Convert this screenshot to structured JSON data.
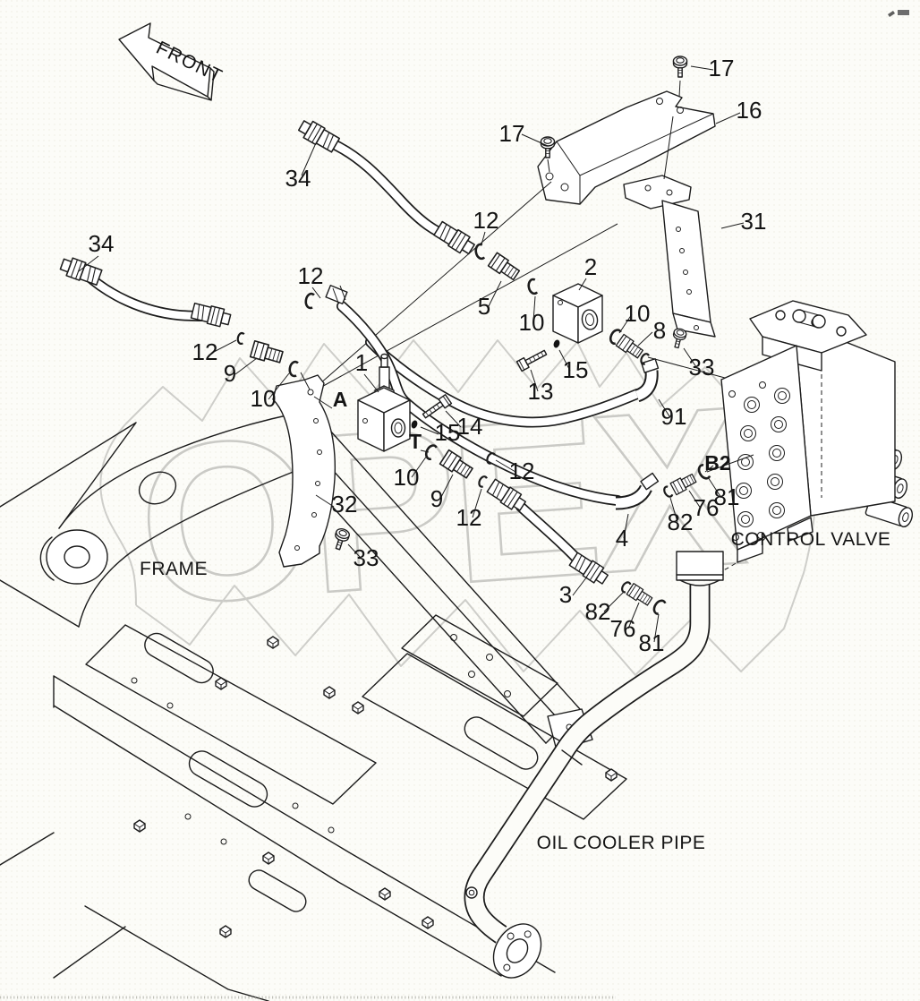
{
  "drawing": {
    "front_label": "FRONT",
    "watermark_text": "OPEX",
    "area_labels": {
      "frame": "FRAME",
      "control_valve": "CONTROL VALVE",
      "oil_cooler_pipe": "OIL COOLER PIPE"
    },
    "callouts": [
      {
        "text": "17"
      },
      {
        "text": "17"
      },
      {
        "text": "16"
      },
      {
        "text": "31"
      },
      {
        "text": "34"
      },
      {
        "text": "34"
      },
      {
        "text": "12"
      },
      {
        "text": "5"
      },
      {
        "text": "2"
      },
      {
        "text": "10"
      },
      {
        "text": "10"
      },
      {
        "text": "8"
      },
      {
        "text": "33"
      },
      {
        "text": "13"
      },
      {
        "text": "15"
      },
      {
        "text": "12"
      },
      {
        "text": "12"
      },
      {
        "text": "9"
      },
      {
        "text": "10"
      },
      {
        "text": "1"
      },
      {
        "text": "A"
      },
      {
        "text": "T"
      },
      {
        "text": "15"
      },
      {
        "text": "14"
      },
      {
        "text": "10"
      },
      {
        "text": "9"
      },
      {
        "text": "12"
      },
      {
        "text": "12"
      },
      {
        "text": "32"
      },
      {
        "text": "33"
      },
      {
        "text": "91"
      },
      {
        "text": "B2"
      },
      {
        "text": "81"
      },
      {
        "text": "76"
      },
      {
        "text": "82"
      },
      {
        "text": "4"
      },
      {
        "text": "3"
      },
      {
        "text": "82"
      },
      {
        "text": "76"
      },
      {
        "text": "81"
      }
    ]
  }
}
